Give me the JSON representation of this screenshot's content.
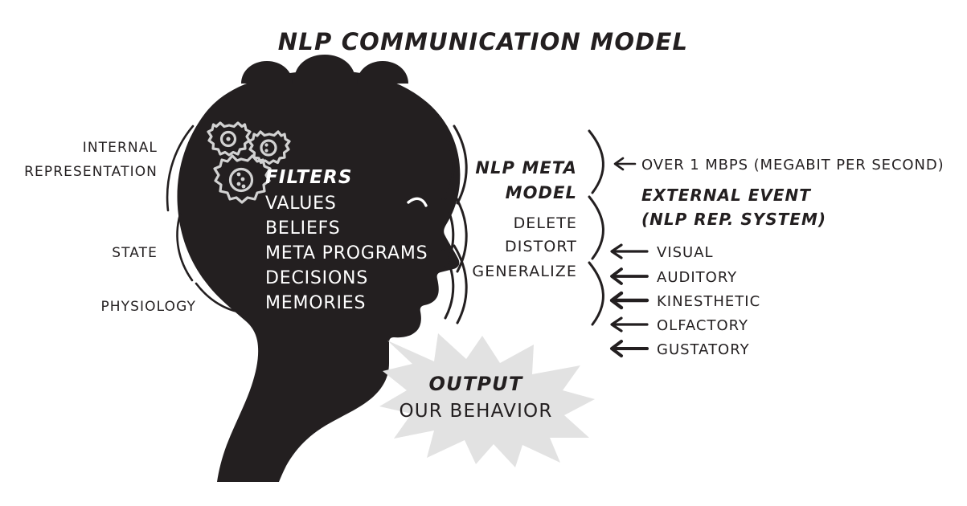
{
  "title": "NLP COMMUNICATION MODEL",
  "colors": {
    "ink": "#231f20",
    "head_fill": "#231f20",
    "head_text": "#ffffff",
    "gear_outline": "#d2d2d2",
    "burst_fill": "#e2e2e2",
    "background": "#ffffff"
  },
  "left_labels": [
    {
      "line1": "INTERNAL",
      "line2": "REPRESENTATION"
    },
    {
      "line1": "STATE",
      "line2": ""
    },
    {
      "line1": "PHYSIOLOGY",
      "line2": ""
    }
  ],
  "head_filters": {
    "heading": "FILTERS",
    "items": [
      "VALUES",
      "BELIEFS",
      "META PROGRAMS",
      "DECISIONS",
      "MEMORIES"
    ]
  },
  "meta_model": {
    "heading_line1": "NLP META",
    "heading_line2": "MODEL",
    "items": [
      "DELETE",
      "DISTORT",
      "GENERALIZE"
    ]
  },
  "right_column": {
    "bandwidth": "OVER 1 MBPS (MEGABIT PER SECOND)",
    "external_event_line1": "EXTERNAL EVENT",
    "external_event_line2": "(NLP REP. SYSTEM)",
    "modalities": [
      "VISUAL",
      "AUDITORY",
      "KINESTHETIC",
      "OLFACTORY",
      "GUSTATORY"
    ]
  },
  "output_burst": {
    "heading": "OUTPUT",
    "subtitle": "OUR BEHAVIOR"
  },
  "icons": {
    "gears": "three-gears-icon",
    "waves": "sound-wave-icon",
    "brace": "curly-brace-icon",
    "arrow": "left-arrow-icon",
    "head": "head-silhouette-icon",
    "burst": "starburst-icon"
  }
}
